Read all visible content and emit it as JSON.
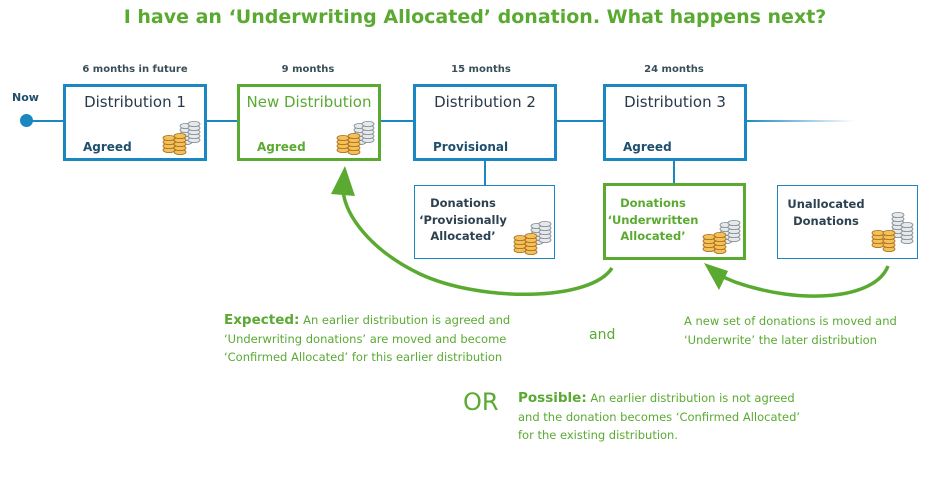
{
  "title": "I have an ‘Underwriting Allocated’ donation. What happens next?",
  "timeline": {
    "now_label": "Now",
    "times": [
      "6 months in future",
      "9 months",
      "15 months",
      "24 months"
    ]
  },
  "distributions": [
    {
      "name": "Distribution 1",
      "status": "Agreed",
      "highlight": false
    },
    {
      "name": "New Distribution",
      "status": "Agreed",
      "highlight": true
    },
    {
      "name": "Distribution 2",
      "status": "Provisional",
      "highlight": false
    },
    {
      "name": "Distribution 3",
      "status": "Agreed",
      "highlight": false
    }
  ],
  "donations": [
    {
      "lines": [
        "Donations",
        "‘Provisionally",
        "Allocated’"
      ]
    },
    {
      "lines": [
        "Donations",
        "‘Underwritten",
        "Allocated’"
      ]
    },
    {
      "lines": [
        "Unallocated",
        "Donations"
      ]
    }
  ],
  "notes": {
    "expected_label": "Expected:",
    "expected_lines": [
      " An earlier distribution is agreed and",
      "‘Underwriting donations’ are moved and become",
      "‘Confirmed Allocated’ for this earlier distribution"
    ],
    "and": "and",
    "new_set_lines": [
      "A new set of donations is moved and",
      "‘Underwrite’ the later distribution"
    ],
    "or": "OR",
    "possible_label": "Possible:",
    "possible_lines": [
      " An earlier distribution is not agreed",
      "and the donation becomes ‘Confirmed Allocated’",
      "for the existing distribution."
    ]
  },
  "colors": {
    "blue": "#1a87c3",
    "green": "#5aaa32",
    "dark_text": "#27394a"
  }
}
